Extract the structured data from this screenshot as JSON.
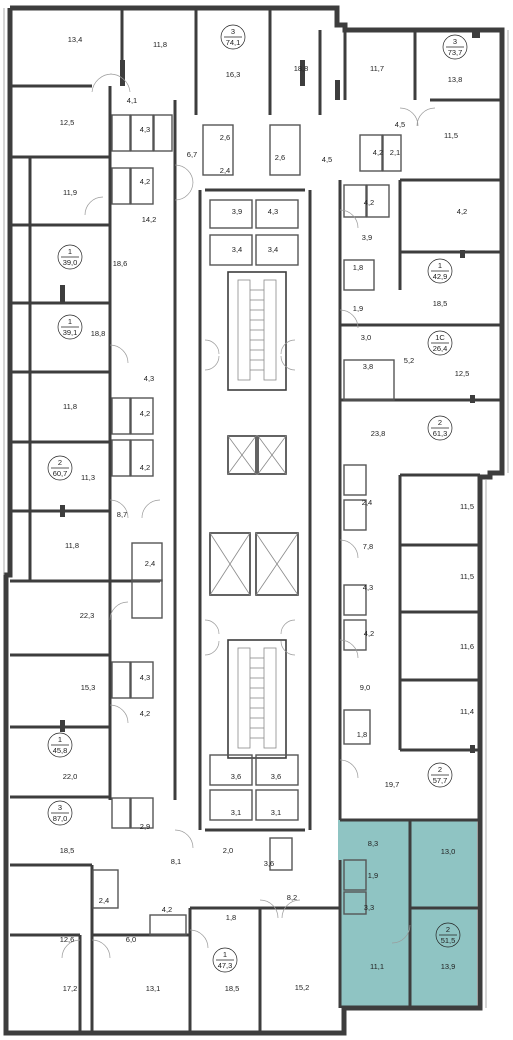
{
  "floor_plan": {
    "highlight_color": "#8fc4c3",
    "wall_color": "#3d3d3d",
    "apartments": [
      {
        "id": "apt-74",
        "rooms": "3",
        "area": "74,1"
      },
      {
        "id": "apt-73",
        "rooms": "3",
        "area": "73,7"
      },
      {
        "id": "apt-39a",
        "rooms": "1",
        "area": "39,0"
      },
      {
        "id": "apt-42",
        "rooms": "1",
        "area": "42,9"
      },
      {
        "id": "apt-39b",
        "rooms": "1",
        "area": "39,1"
      },
      {
        "id": "apt-26",
        "rooms": "1С",
        "area": "26,4"
      },
      {
        "id": "apt-61",
        "rooms": "2",
        "area": "61,3"
      },
      {
        "id": "apt-60",
        "rooms": "2",
        "area": "60,7"
      },
      {
        "id": "apt-45",
        "rooms": "1",
        "area": "45,8"
      },
      {
        "id": "apt-57",
        "rooms": "2",
        "area": "57,7"
      },
      {
        "id": "apt-87",
        "rooms": "3",
        "area": "87,0"
      },
      {
        "id": "apt-47",
        "rooms": "1",
        "area": "47,3"
      },
      {
        "id": "apt-51",
        "rooms": "2",
        "area": "51,5",
        "highlighted": true
      }
    ],
    "room_areas": [
      "13,4",
      "11,8",
      "16,3",
      "18,8",
      "11,7",
      "13,8",
      "4,1",
      "4,5",
      "12,5",
      "4,3",
      "6,7",
      "2,6",
      "2,6",
      "4,2",
      "2,1",
      "11,5",
      "2,4",
      "4,5",
      "11,9",
      "4,2",
      "4,2",
      "3,9",
      "3,9",
      "4,3",
      "14,2",
      "4,2",
      "3,4",
      "3,4",
      "18,6",
      "1,8",
      "18,5",
      "1,9",
      "18,8",
      "3,0",
      "5,2",
      "3,8",
      "12,5",
      "4,3",
      "11,8",
      "4,2",
      "23,8",
      "4,2",
      "11,3",
      "8,7",
      "2,4",
      "11,5",
      "11,8",
      "2,4",
      "7,8",
      "22,3",
      "11,5",
      "4,3",
      "4,2",
      "11,6",
      "15,3",
      "4,3",
      "9,0",
      "4,2",
      "11,4",
      "1,8",
      "22,0",
      "3,6",
      "3,6",
      "19,7",
      "3,1",
      "3,1",
      "18,5",
      "2,9",
      "8,3",
      "13,0",
      "8,1",
      "2,0",
      "3,6",
      "1,9",
      "2,4",
      "12,6",
      "6,0",
      "4,2",
      "1,8",
      "8,2",
      "3,3",
      "11,1",
      "13,9",
      "17,2",
      "13,1",
      "18,5",
      "15,2"
    ]
  }
}
